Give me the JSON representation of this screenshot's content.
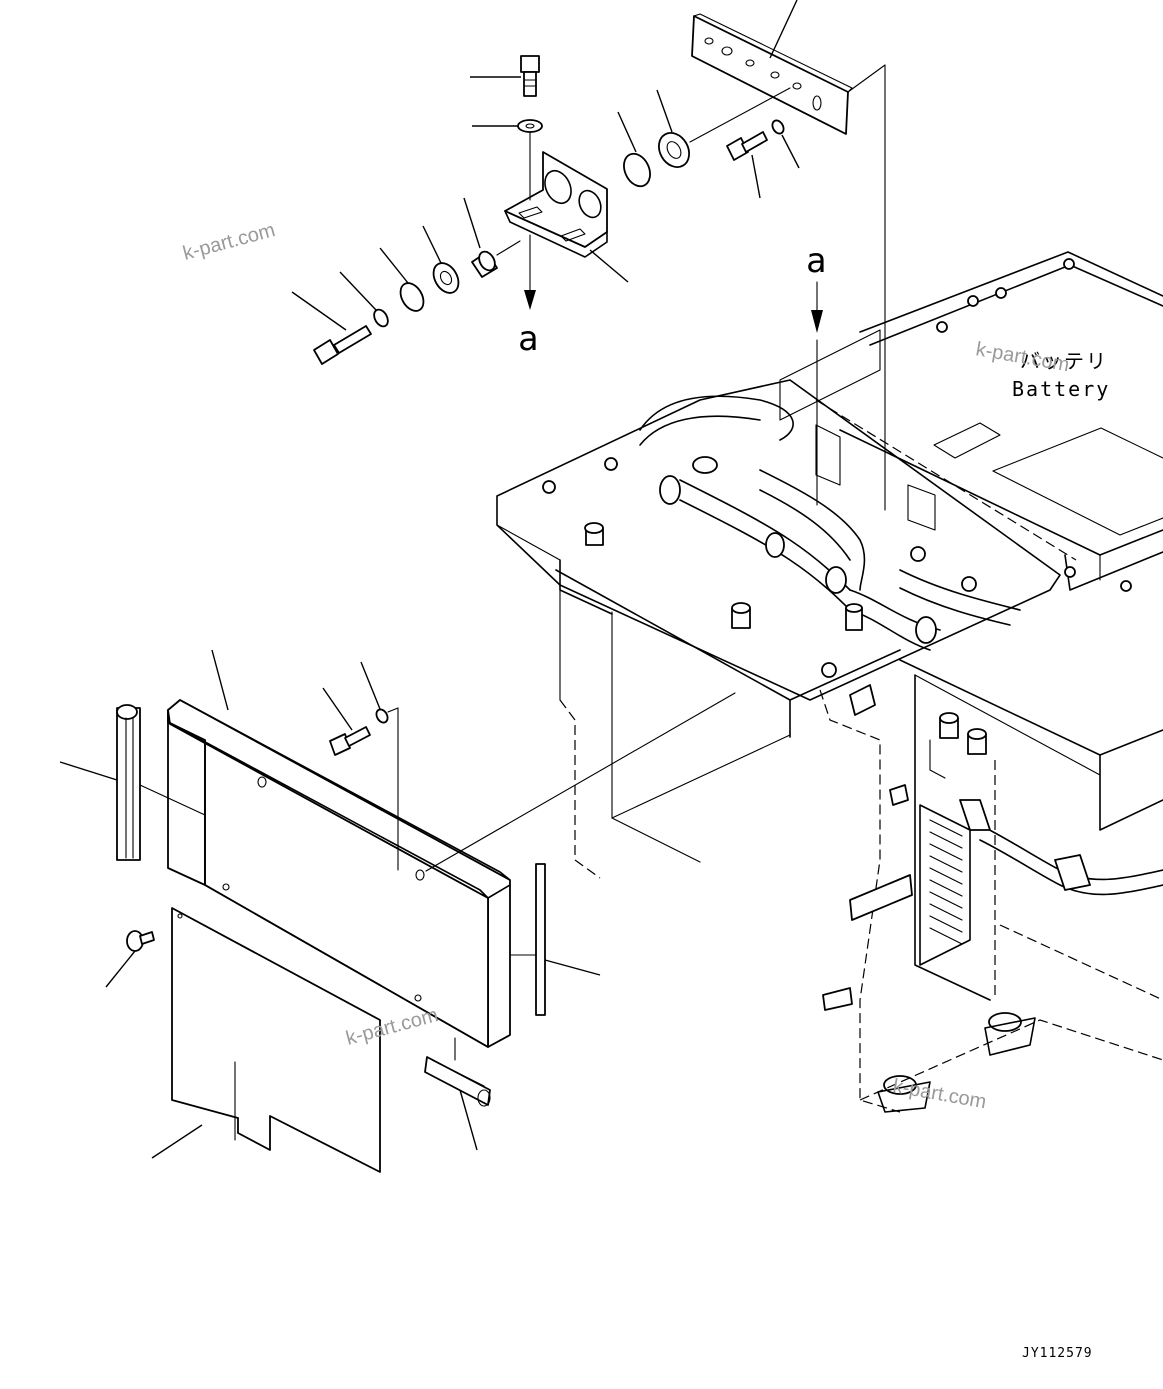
{
  "labels": {
    "arrow_a_left": "a",
    "arrow_a_right": "a",
    "battery_jp": "バッテリ",
    "battery_en": "Battery",
    "drawing_code": "JY112579"
  },
  "watermarks": [
    "k-part.com",
    "k-part.com",
    "k-part.com",
    "k-part.com"
  ],
  "colors": {
    "line": "#000000",
    "background": "#ffffff",
    "watermark": "#9a9a9a"
  }
}
